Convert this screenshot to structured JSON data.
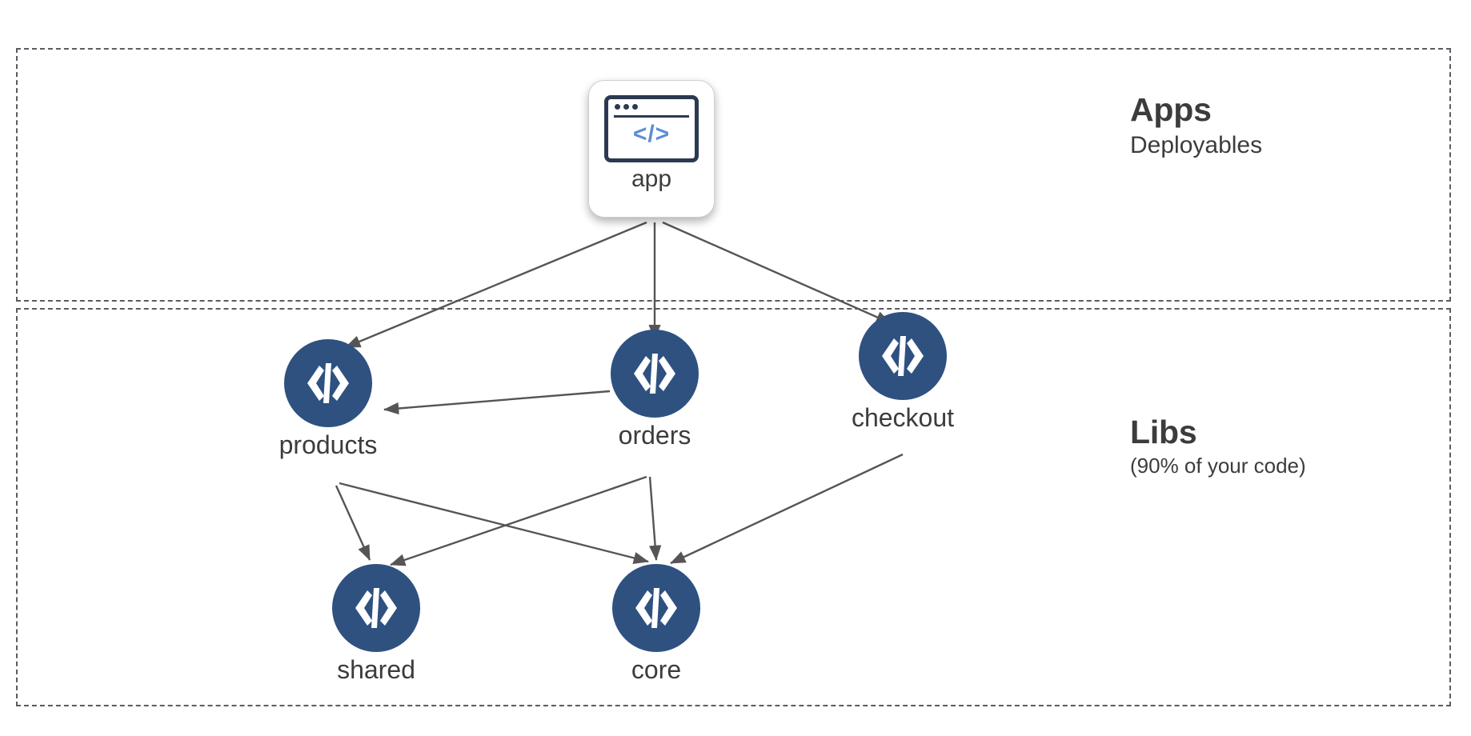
{
  "diagram": {
    "type": "dependency-graph",
    "zones": [
      {
        "id": "apps",
        "title": "Apps",
        "subtitle": "Deployables"
      },
      {
        "id": "libs",
        "title": "Libs",
        "subtitle": "(90% of your code)"
      }
    ],
    "nodes": [
      {
        "id": "app",
        "label": "app",
        "zone": "apps",
        "shape": "rounded-card",
        "icon": "browser-code-icon",
        "code_glyph": "</>"
      },
      {
        "id": "products",
        "label": "products",
        "zone": "libs",
        "shape": "circle",
        "icon": "code-icon"
      },
      {
        "id": "orders",
        "label": "orders",
        "zone": "libs",
        "shape": "circle",
        "icon": "code-icon"
      },
      {
        "id": "checkout",
        "label": "checkout",
        "zone": "libs",
        "shape": "circle",
        "icon": "code-icon"
      },
      {
        "id": "shared",
        "label": "shared",
        "zone": "libs",
        "shape": "circle",
        "icon": "code-icon"
      },
      {
        "id": "core",
        "label": "core",
        "zone": "libs",
        "shape": "circle",
        "icon": "code-icon"
      }
    ],
    "edges": [
      {
        "from": "app",
        "to": "products"
      },
      {
        "from": "app",
        "to": "orders"
      },
      {
        "from": "app",
        "to": "checkout"
      },
      {
        "from": "orders",
        "to": "products"
      },
      {
        "from": "products",
        "to": "shared"
      },
      {
        "from": "products",
        "to": "core"
      },
      {
        "from": "orders",
        "to": "shared"
      },
      {
        "from": "orders",
        "to": "core"
      },
      {
        "from": "checkout",
        "to": "core"
      }
    ],
    "colors": {
      "lib_node": "#2e5180",
      "app_icon_outline": "#2b3a51",
      "app_code_glyph": "#5b8fd4",
      "edge": "#555558",
      "zone_border": "#5b5b63",
      "text": "#3c3c3c",
      "background": "#ffffff"
    }
  }
}
